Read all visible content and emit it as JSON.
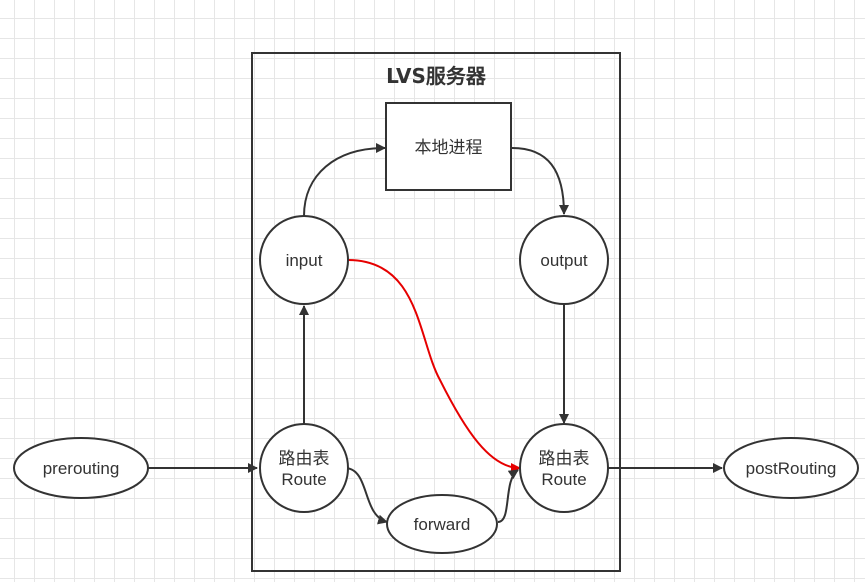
{
  "diagram": {
    "container_title": "LVS服务器",
    "nodes": {
      "local_process": "本地进程",
      "input": "input",
      "output": "output",
      "route_in": {
        "line1": "路由表",
        "line2": "Route"
      },
      "route_out": {
        "line1": "路由表",
        "line2": "Route"
      },
      "forward": "forward",
      "prerouting": "prerouting",
      "postrouting": "postRouting"
    },
    "edges": [
      {
        "from": "prerouting",
        "to": "route_in",
        "color": "#333333"
      },
      {
        "from": "route_in",
        "to": "input",
        "color": "#333333"
      },
      {
        "from": "input",
        "to": "local_process",
        "color": "#333333"
      },
      {
        "from": "local_process",
        "to": "output",
        "color": "#333333"
      },
      {
        "from": "output",
        "to": "route_out",
        "color": "#333333"
      },
      {
        "from": "input",
        "to": "route_out",
        "color": "#e60000"
      },
      {
        "from": "route_in",
        "to": "forward",
        "color": "#333333"
      },
      {
        "from": "forward",
        "to": "route_out",
        "color": "#333333"
      },
      {
        "from": "route_out",
        "to": "postrouting",
        "color": "#333333"
      }
    ],
    "colors": {
      "stroke": "#333333",
      "highlight": "#e60000",
      "grid": "#e6e6e6"
    }
  }
}
